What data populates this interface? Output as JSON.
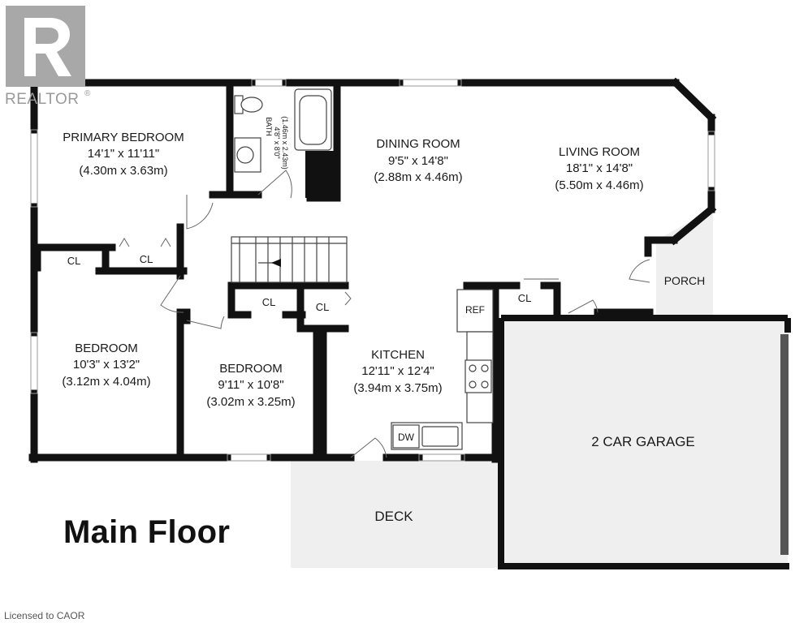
{
  "logo": {
    "text": "REALTOR",
    "mark": "®",
    "icon": "realtor-r-logo"
  },
  "rooms": {
    "primary_bedroom": {
      "name": "PRIMARY BEDROOM",
      "imperial": "14'1\" x 11'11\"",
      "metric": "(4.30m x 3.63m)"
    },
    "bath": {
      "name": "BATH",
      "imperial": "4'8\" x 8'0\"",
      "metric": "(1.46m x 2.43m)"
    },
    "dining_room": {
      "name": "DINING ROOM",
      "imperial": "9'5\" x 14'8\"",
      "metric": "(2.88m x 4.46m)"
    },
    "living_room": {
      "name": "LIVING ROOM",
      "imperial": "18'1\" x 14'8\"",
      "metric": "(5.50m x 4.46m)"
    },
    "bedroom_2": {
      "name": "BEDROOM",
      "imperial": "10'3\" x 13'2\"",
      "metric": "(3.12m x 4.04m)"
    },
    "bedroom_3": {
      "name": "BEDROOM",
      "imperial": "9'11\" x 10'8\"",
      "metric": "(3.02m x 3.25m)"
    },
    "kitchen": {
      "name": "KITCHEN",
      "imperial": "12'11\" x 12'4\"",
      "metric": "(3.94m x 3.75m)"
    },
    "porch": {
      "name": "PORCH"
    },
    "garage": {
      "name": "2 CAR GARAGE"
    },
    "deck": {
      "name": "DECK"
    }
  },
  "fixtures": {
    "closet_1": "CL",
    "closet_2": "CL",
    "closet_3": "CL",
    "closet_4": "CL",
    "closet_5": "CL",
    "fridge": "REF",
    "dishwasher": "DW"
  },
  "floor_title": "Main Floor",
  "license": "Licensed to CAOR",
  "colors": {
    "wall": "#111111",
    "outdoor_fill": "#efefef",
    "garage_door": "#555555",
    "background": "#ffffff"
  }
}
